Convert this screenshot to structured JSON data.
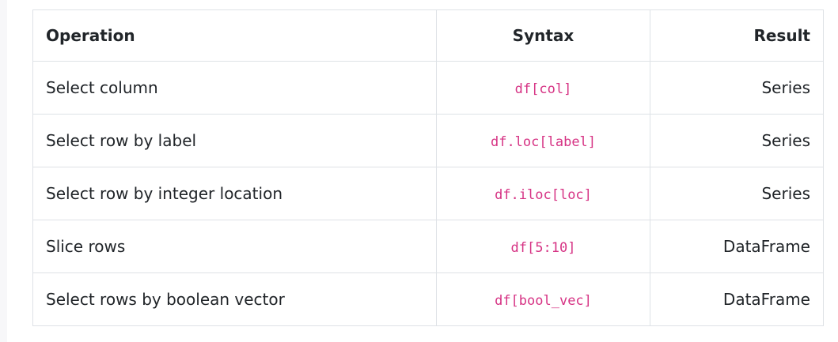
{
  "table": {
    "headers": [
      "Operation",
      "Syntax",
      "Result"
    ],
    "rows": [
      {
        "operation": "Select column",
        "syntax": "df[col]",
        "result": "Series"
      },
      {
        "operation": "Select row by label",
        "syntax": "df.loc[label]",
        "result": "Series"
      },
      {
        "operation": "Select row by integer location",
        "syntax": "df.iloc[loc]",
        "result": "Series"
      },
      {
        "operation": "Slice rows",
        "syntax": "df[5:10]",
        "result": "DataFrame"
      },
      {
        "operation": "Select rows by boolean vector",
        "syntax": "df[bool_vec]",
        "result": "DataFrame"
      }
    ]
  },
  "colors": {
    "code_text": "#d63384",
    "border": "#dee2e6",
    "text": "#212529"
  }
}
